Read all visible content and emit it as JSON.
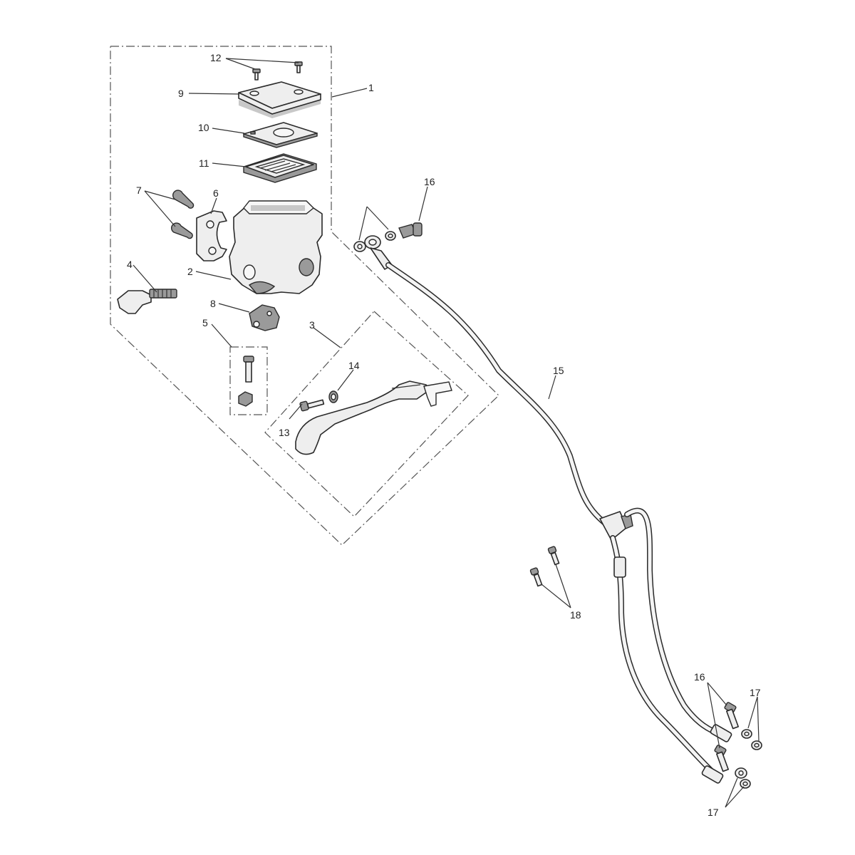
{
  "callouts": {
    "c1": "1",
    "c2": "2",
    "c3": "3",
    "c4": "4",
    "c5": "5",
    "c6": "6",
    "c7": "7",
    "c8": "8",
    "c9": "9",
    "c10": "10",
    "c11": "11",
    "c12": "12",
    "c13": "13",
    "c14": "14",
    "c15": "15",
    "c16a": "16",
    "c16b": "16",
    "c17a": "17",
    "c17b": "17",
    "c18": "18"
  }
}
